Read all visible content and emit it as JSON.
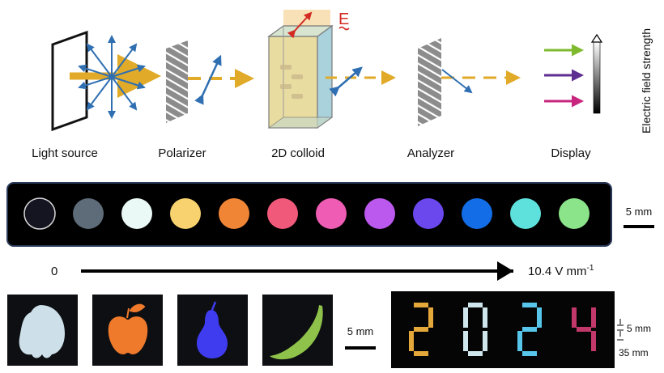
{
  "labels": {
    "light_source": "Light source",
    "polarizer": "Polarizer",
    "colloid": "2D colloid",
    "analyzer": "Analyzer",
    "display": "Display",
    "field_symbol": "E",
    "field_strength": "Electric field strength",
    "scale_strip": "5 mm",
    "axis_start": "0",
    "axis_end_prefix": "10.4 V mm",
    "axis_end_sup": "-1",
    "scale_fruits": "5 mm",
    "seg_thickness": "5 mm",
    "digit_height": "35 mm"
  },
  "color_strip": {
    "swatches": [
      "#151522",
      "#5d6c78",
      "#eaf9f5",
      "#f7d26e",
      "#f08536",
      "#f1597a",
      "#ee5cb3",
      "#bb59ee",
      "#6a48ee",
      "#136de6",
      "#5ee0dd",
      "#8be48a"
    ]
  },
  "display_arrows": [
    "#7fba2e",
    "#5e2d91",
    "#c8267e"
  ],
  "fruits": [
    {
      "name": "peach",
      "color": "#cde0ea"
    },
    {
      "name": "apple",
      "color": "#ef7a2c"
    },
    {
      "name": "pear",
      "color": "#3f3cf0"
    },
    {
      "name": "banana",
      "color": "#8ec24a"
    }
  ],
  "digits": {
    "text": "2024",
    "colors": [
      "#e3a73a",
      "#cfe6ec",
      "#57c6ea",
      "#c2386a"
    ]
  },
  "colors": {
    "beam": "#e1aa28",
    "polarization_arrow": "#2f6fb2",
    "field_arrow": "#d42a24"
  }
}
